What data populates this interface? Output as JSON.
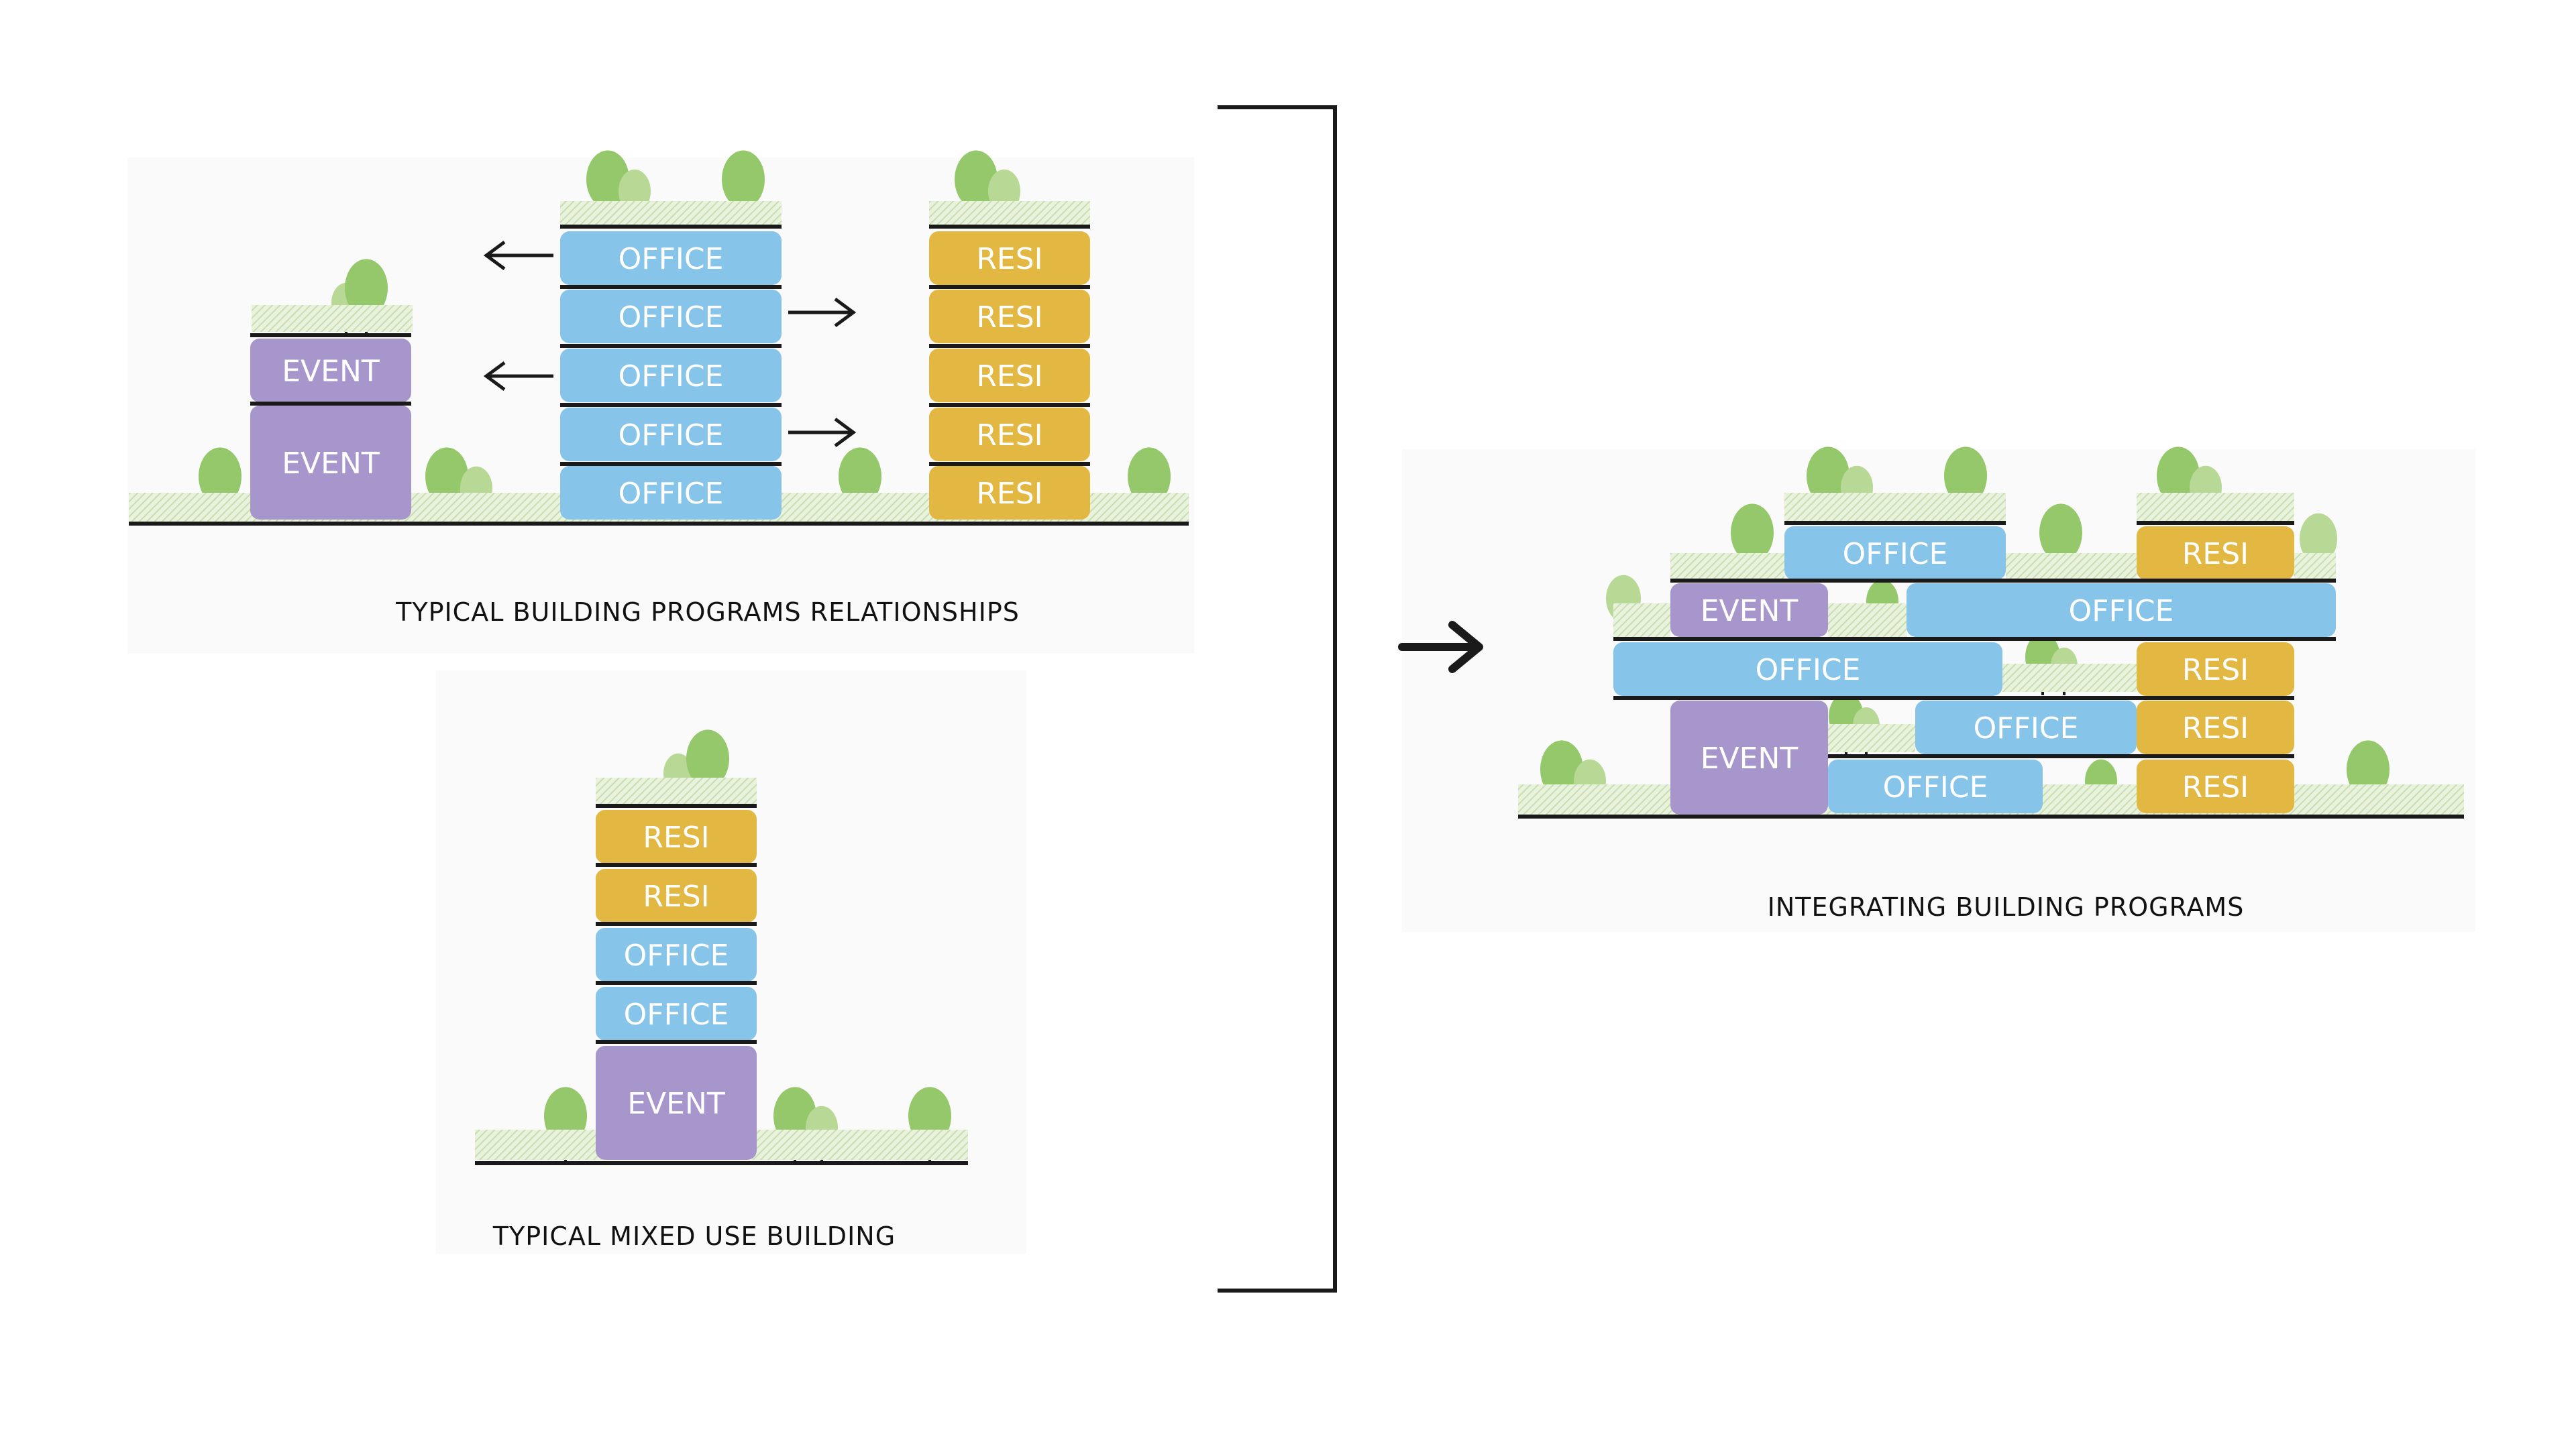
{
  "colors": {
    "office": "#86c4ea",
    "resi": "#e2b842",
    "event": "#a796cb",
    "tree": "#95c86a",
    "tree_light": "#b7d995",
    "ground_hatch": "#dcebc8",
    "line": "#1a1a1a",
    "panel": "#f7f7f7"
  },
  "labels": {
    "office": "OFFICE",
    "resi": "RESI",
    "event": "EVENT"
  },
  "captions": {
    "typical_relationships": "TYPICAL BUILDING PROGRAMS RELATIONSHIPS",
    "typical_mixed_use": "TYPICAL MIXED USE BUILDING",
    "integrating": "INTEGRATING BUILDING PROGRAMS"
  },
  "icons": {
    "flow_arrow": "arrow-right-icon",
    "relation_arrow_left": "arrow-left-icon",
    "relation_arrow_right": "arrow-right-icon",
    "tree": "tree-icon"
  }
}
